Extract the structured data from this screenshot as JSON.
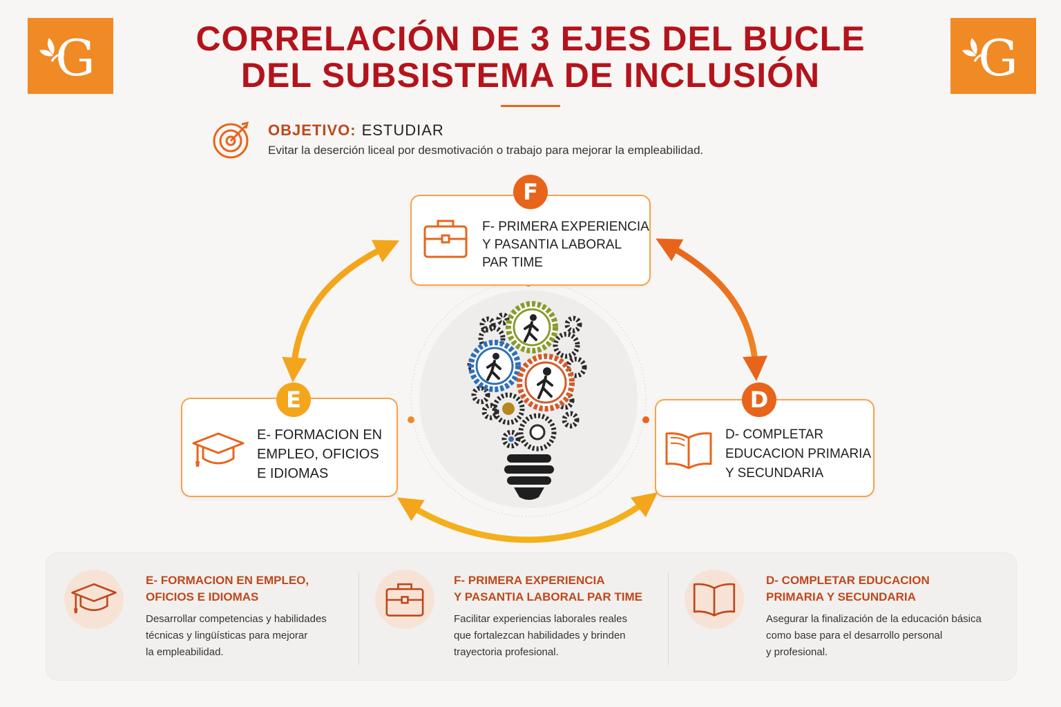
{
  "title": {
    "line1": "CORRELACIÓN DE 3 EJES DEL BUCLE",
    "line2": "DEL SUBSISTEMA DE INCLUSIÓN"
  },
  "logo": {
    "letter": "G",
    "icon": "leaf-g-logo"
  },
  "objective": {
    "label": "OBJETIVO:",
    "value": "ESTUDIAR",
    "description": "Evitar la deserción liceal por desmotivación o trabajo para mejorar la empleabilidad.",
    "icon": "target-icon"
  },
  "colors": {
    "accent": "#e8641b",
    "title": "#b3141c",
    "amber": "#f3a51c",
    "logo": "#f08a24"
  },
  "nodes": {
    "f": {
      "badge": "F",
      "line1": "F- PRIMERA EXPERIENCIA",
      "line2": "Y PASANTIA LABORAL",
      "line3": "PAR TIME",
      "icon": "briefcase-icon"
    },
    "e": {
      "badge": "E",
      "line1": "E- FORMACION EN",
      "line2": "EMPLEO, OFICIOS",
      "line3": "E IDIOMAS",
      "icon": "graduation-cap-icon"
    },
    "d": {
      "badge": "D",
      "line1": "D- COMPLETAR",
      "line2": "EDUCACION PRIMARIA",
      "line3": "Y SECUNDARIA",
      "icon": "open-book-icon"
    }
  },
  "center": {
    "icon": "lightbulb-gears-icon"
  },
  "summary": [
    {
      "title1": "E- FORMACION EN EMPLEO,",
      "title2": "OFICIOS E IDIOMAS",
      "desc1": "Desarrollar competencias y habilidades",
      "desc2": "técnicas y lingüísticas para mejorar",
      "desc3": "la empleabilidad.",
      "icon": "graduation-cap-icon"
    },
    {
      "title1": "F- PRIMERA EXPERIENCIA",
      "title2": "Y PASANTIA LABORAL PAR TIME",
      "desc1": "Facilitar experiencias laborales reales",
      "desc2": "que fortalezcan habilidades y brinden",
      "desc3": "trayectoria profesional.",
      "icon": "briefcase-icon"
    },
    {
      "title1": "D- COMPLETAR EDUCACION",
      "title2": "PRIMARIA Y SECUNDARIA",
      "desc1": "Asegurar la finalización de la educación básica",
      "desc2": "como base para el desarrollo personal",
      "desc3": "y profesional.",
      "icon": "open-book-icon"
    }
  ]
}
